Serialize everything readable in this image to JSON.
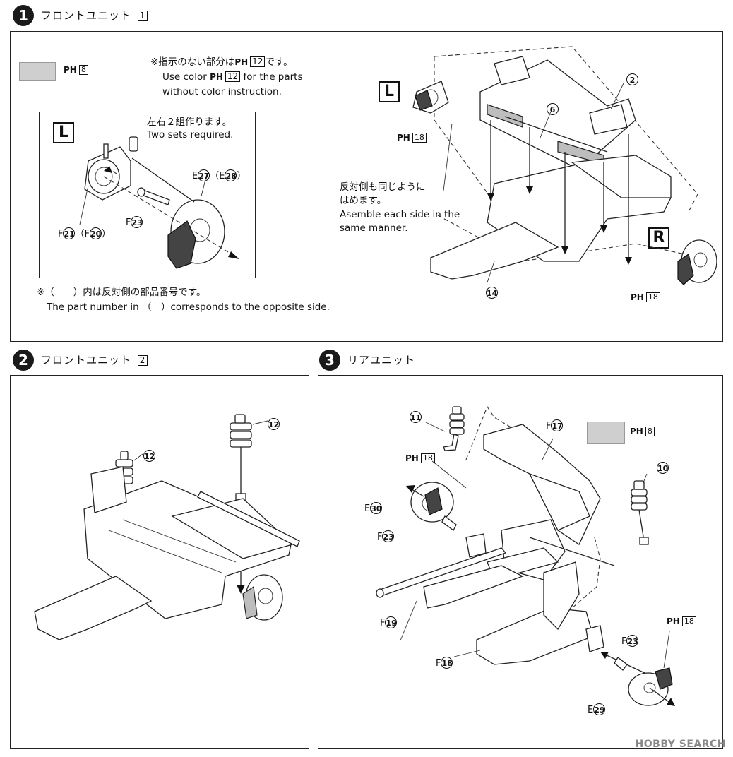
{
  "step1": {
    "number": "1",
    "title": "フロントユニット",
    "title_box": "1",
    "color_label": "PH",
    "color_num": "8",
    "note_jp_pre": "※指示のない部分は",
    "note_jp_ph": "PH",
    "note_jp_num": "12",
    "note_jp_post": "です。",
    "note_en_pre": "Use color",
    "note_en_ph": "PH",
    "note_en_num": "12",
    "note_en_post": "for the parts",
    "note_en_line2": "without color instruction.",
    "inset": {
      "side": "L",
      "jp": "左右２組作ります。",
      "en": "Two sets required.",
      "label_e_prefix": "E",
      "label_e_num": "27",
      "label_e_alt_prefix": "E",
      "label_e_alt_num": "28",
      "label_f23_prefix": "F",
      "label_f23_num": "23",
      "label_f21_prefix": "F",
      "label_f21_num": "21",
      "label_f20_prefix": "F",
      "label_f20_num": "20"
    },
    "footnote_jp": "※（　　）内は反対側の部品番号です。",
    "footnote_en": "The part number in （　）corresponds to the opposite side.",
    "left_side": "L",
    "right_side": "R",
    "ph_left": "PH",
    "ph_left_num": "18",
    "ph_right": "PH",
    "ph_right_num": "18",
    "callout_2": "2",
    "callout_6": "6",
    "callout_14": "14",
    "same_jp_1": "反対側も同じように",
    "same_jp_2": "はめます。",
    "same_en_1": "Asemble each side in the",
    "same_en_2": "same manner."
  },
  "step2": {
    "number": "2",
    "title": "フロントユニット",
    "title_box": "2",
    "callout_a": "12",
    "callout_b": "12"
  },
  "step3": {
    "number": "3",
    "title": "リアユニット",
    "color_label": "PH",
    "color_num": "8",
    "c11": "11",
    "c10": "10",
    "f17_prefix": "F",
    "f17_num": "17",
    "ph18_top": "PH",
    "ph18_top_num": "18",
    "e30_prefix": "E",
    "e30_num": "30",
    "f23_left_prefix": "F",
    "f23_left_num": "23",
    "f19_prefix": "F",
    "f19_num": "19",
    "f18_prefix": "F",
    "f18_num": "18",
    "f23_right_prefix": "F",
    "f23_right_num": "23",
    "ph18_right": "PH",
    "ph18_right_num": "18",
    "e29_prefix": "E",
    "e29_num": "29"
  },
  "watermark": "HOBBY SEARCH",
  "colors": {
    "swatch": "#cfcfcf",
    "ink": "#111111"
  }
}
